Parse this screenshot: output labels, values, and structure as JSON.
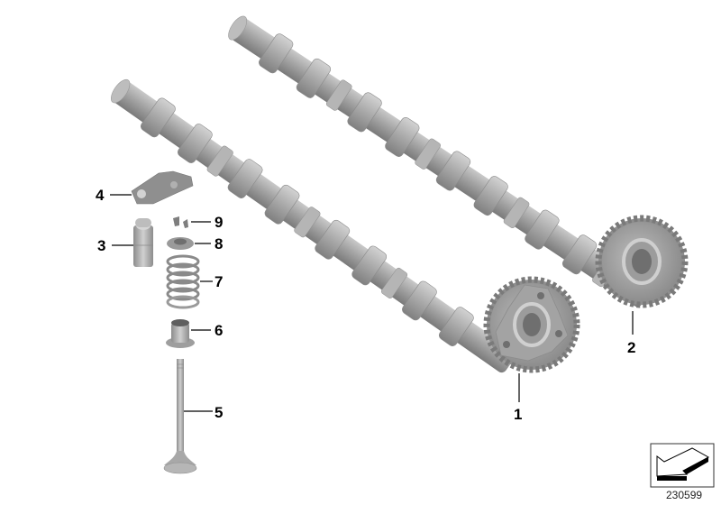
{
  "diagram": {
    "type": "exploded parts illustration",
    "subject": "Camshafts and valve train components",
    "colors": {
      "part_fill": "#a9a9a9",
      "part_dark": "#7d7d7d",
      "part_light": "#cfcfcf",
      "leader": "#000000",
      "background": "#ffffff"
    },
    "callouts": [
      {
        "id": "1",
        "label": "1",
        "part": "camshaft-front-with-sprocket"
      },
      {
        "id": "2",
        "label": "2",
        "part": "camshaft-rear-with-gear"
      },
      {
        "id": "3",
        "label": "3",
        "part": "hydraulic-valve-lifter"
      },
      {
        "id": "4",
        "label": "4",
        "part": "roller-rocker-arm"
      },
      {
        "id": "5",
        "label": "5",
        "part": "valve"
      },
      {
        "id": "6",
        "label": "6",
        "part": "valve-stem-seal"
      },
      {
        "id": "7",
        "label": "7",
        "part": "valve-spring"
      },
      {
        "id": "8",
        "label": "8",
        "part": "spring-retainer"
      },
      {
        "id": "9",
        "label": "9",
        "part": "valve-cotters"
      }
    ],
    "reference_number": "230599",
    "icon": "direction-arrow-icon"
  }
}
